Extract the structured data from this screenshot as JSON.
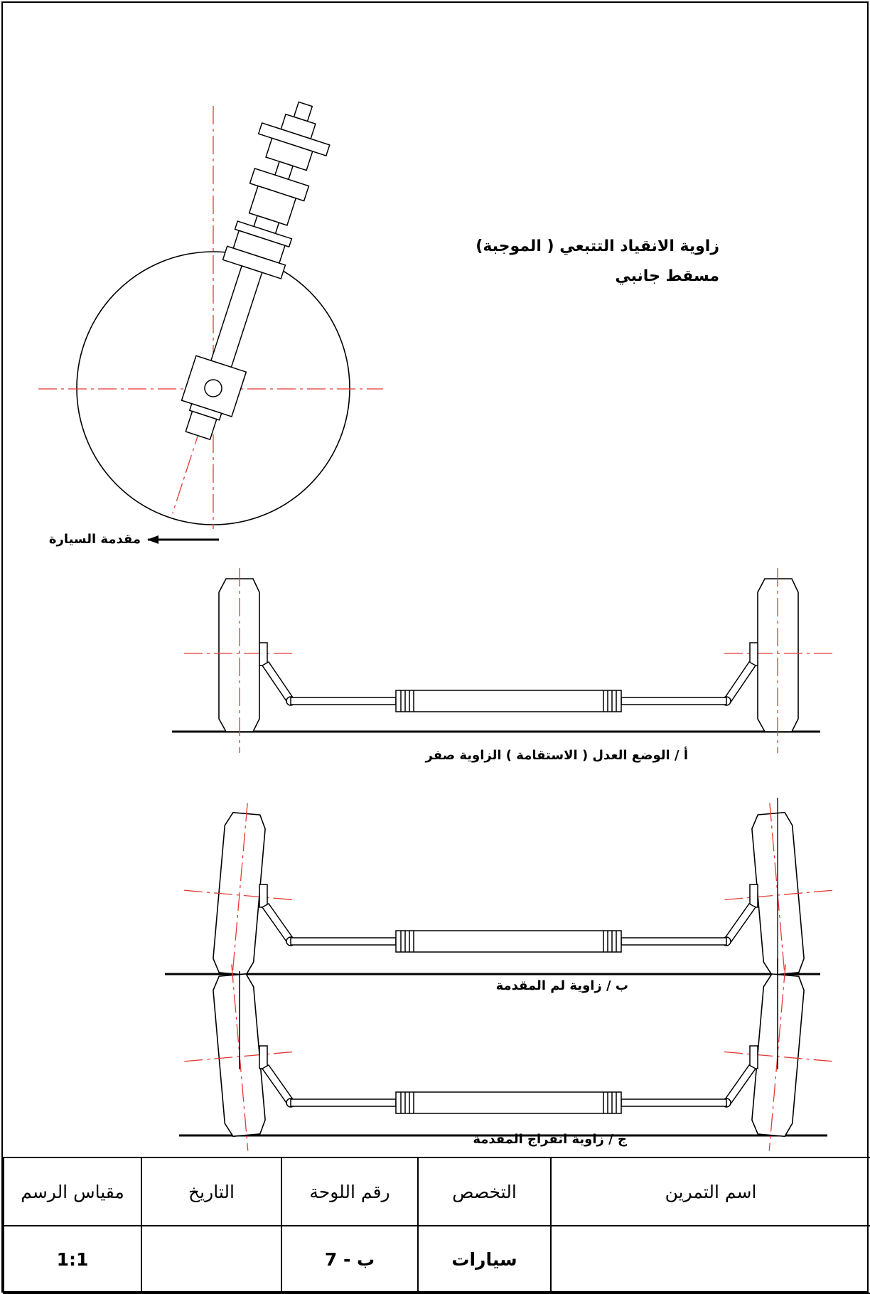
{
  "side_view": {
    "title_line1": "زاوية الانقياد التتبعي ( الموجبة)",
    "title_line2": "مسقط جانبي",
    "direction_label": "مقدمة السيارة"
  },
  "front_views": [
    {
      "caption": "أ / الوضع العدل ( الاستقامة ) الزاوية  صفر"
    },
    {
      "caption": "ب / زاوية لم المقدمة"
    },
    {
      "caption": "ج / زاوية انفراج المقدمة"
    }
  ],
  "title_block": {
    "headers": {
      "scale": "مقياس الرسم",
      "date": "التاريخ",
      "sheet_no": "رقم اللوحة",
      "specialty": "التخصص",
      "exercise_name": "اسم التمرين"
    },
    "values": {
      "scale": "1:1",
      "date": "",
      "sheet_no": "ب - 7",
      "specialty": "سيارات",
      "exercise_name": ""
    }
  },
  "colors": {
    "outline": "#000000",
    "centerline": "#e53935"
  }
}
